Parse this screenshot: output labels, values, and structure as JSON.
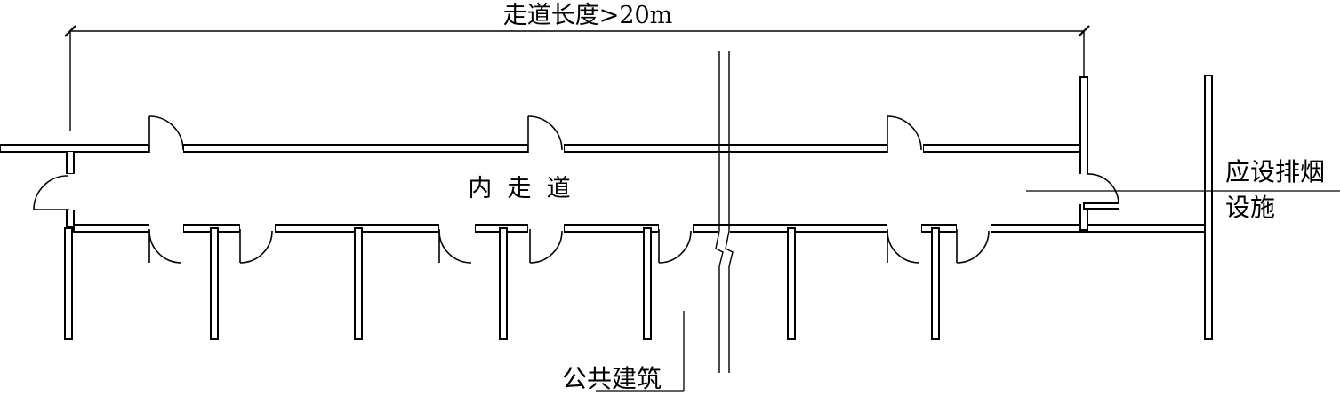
{
  "dimension_label": "走道长度>20m",
  "corridor_label": "内  走  道",
  "smoke_note_line1": "应设排烟",
  "smoke_note_line2": "设施",
  "building_label": "公共建筑",
  "colors": {
    "line": "#000000",
    "background": "#ffffff"
  }
}
